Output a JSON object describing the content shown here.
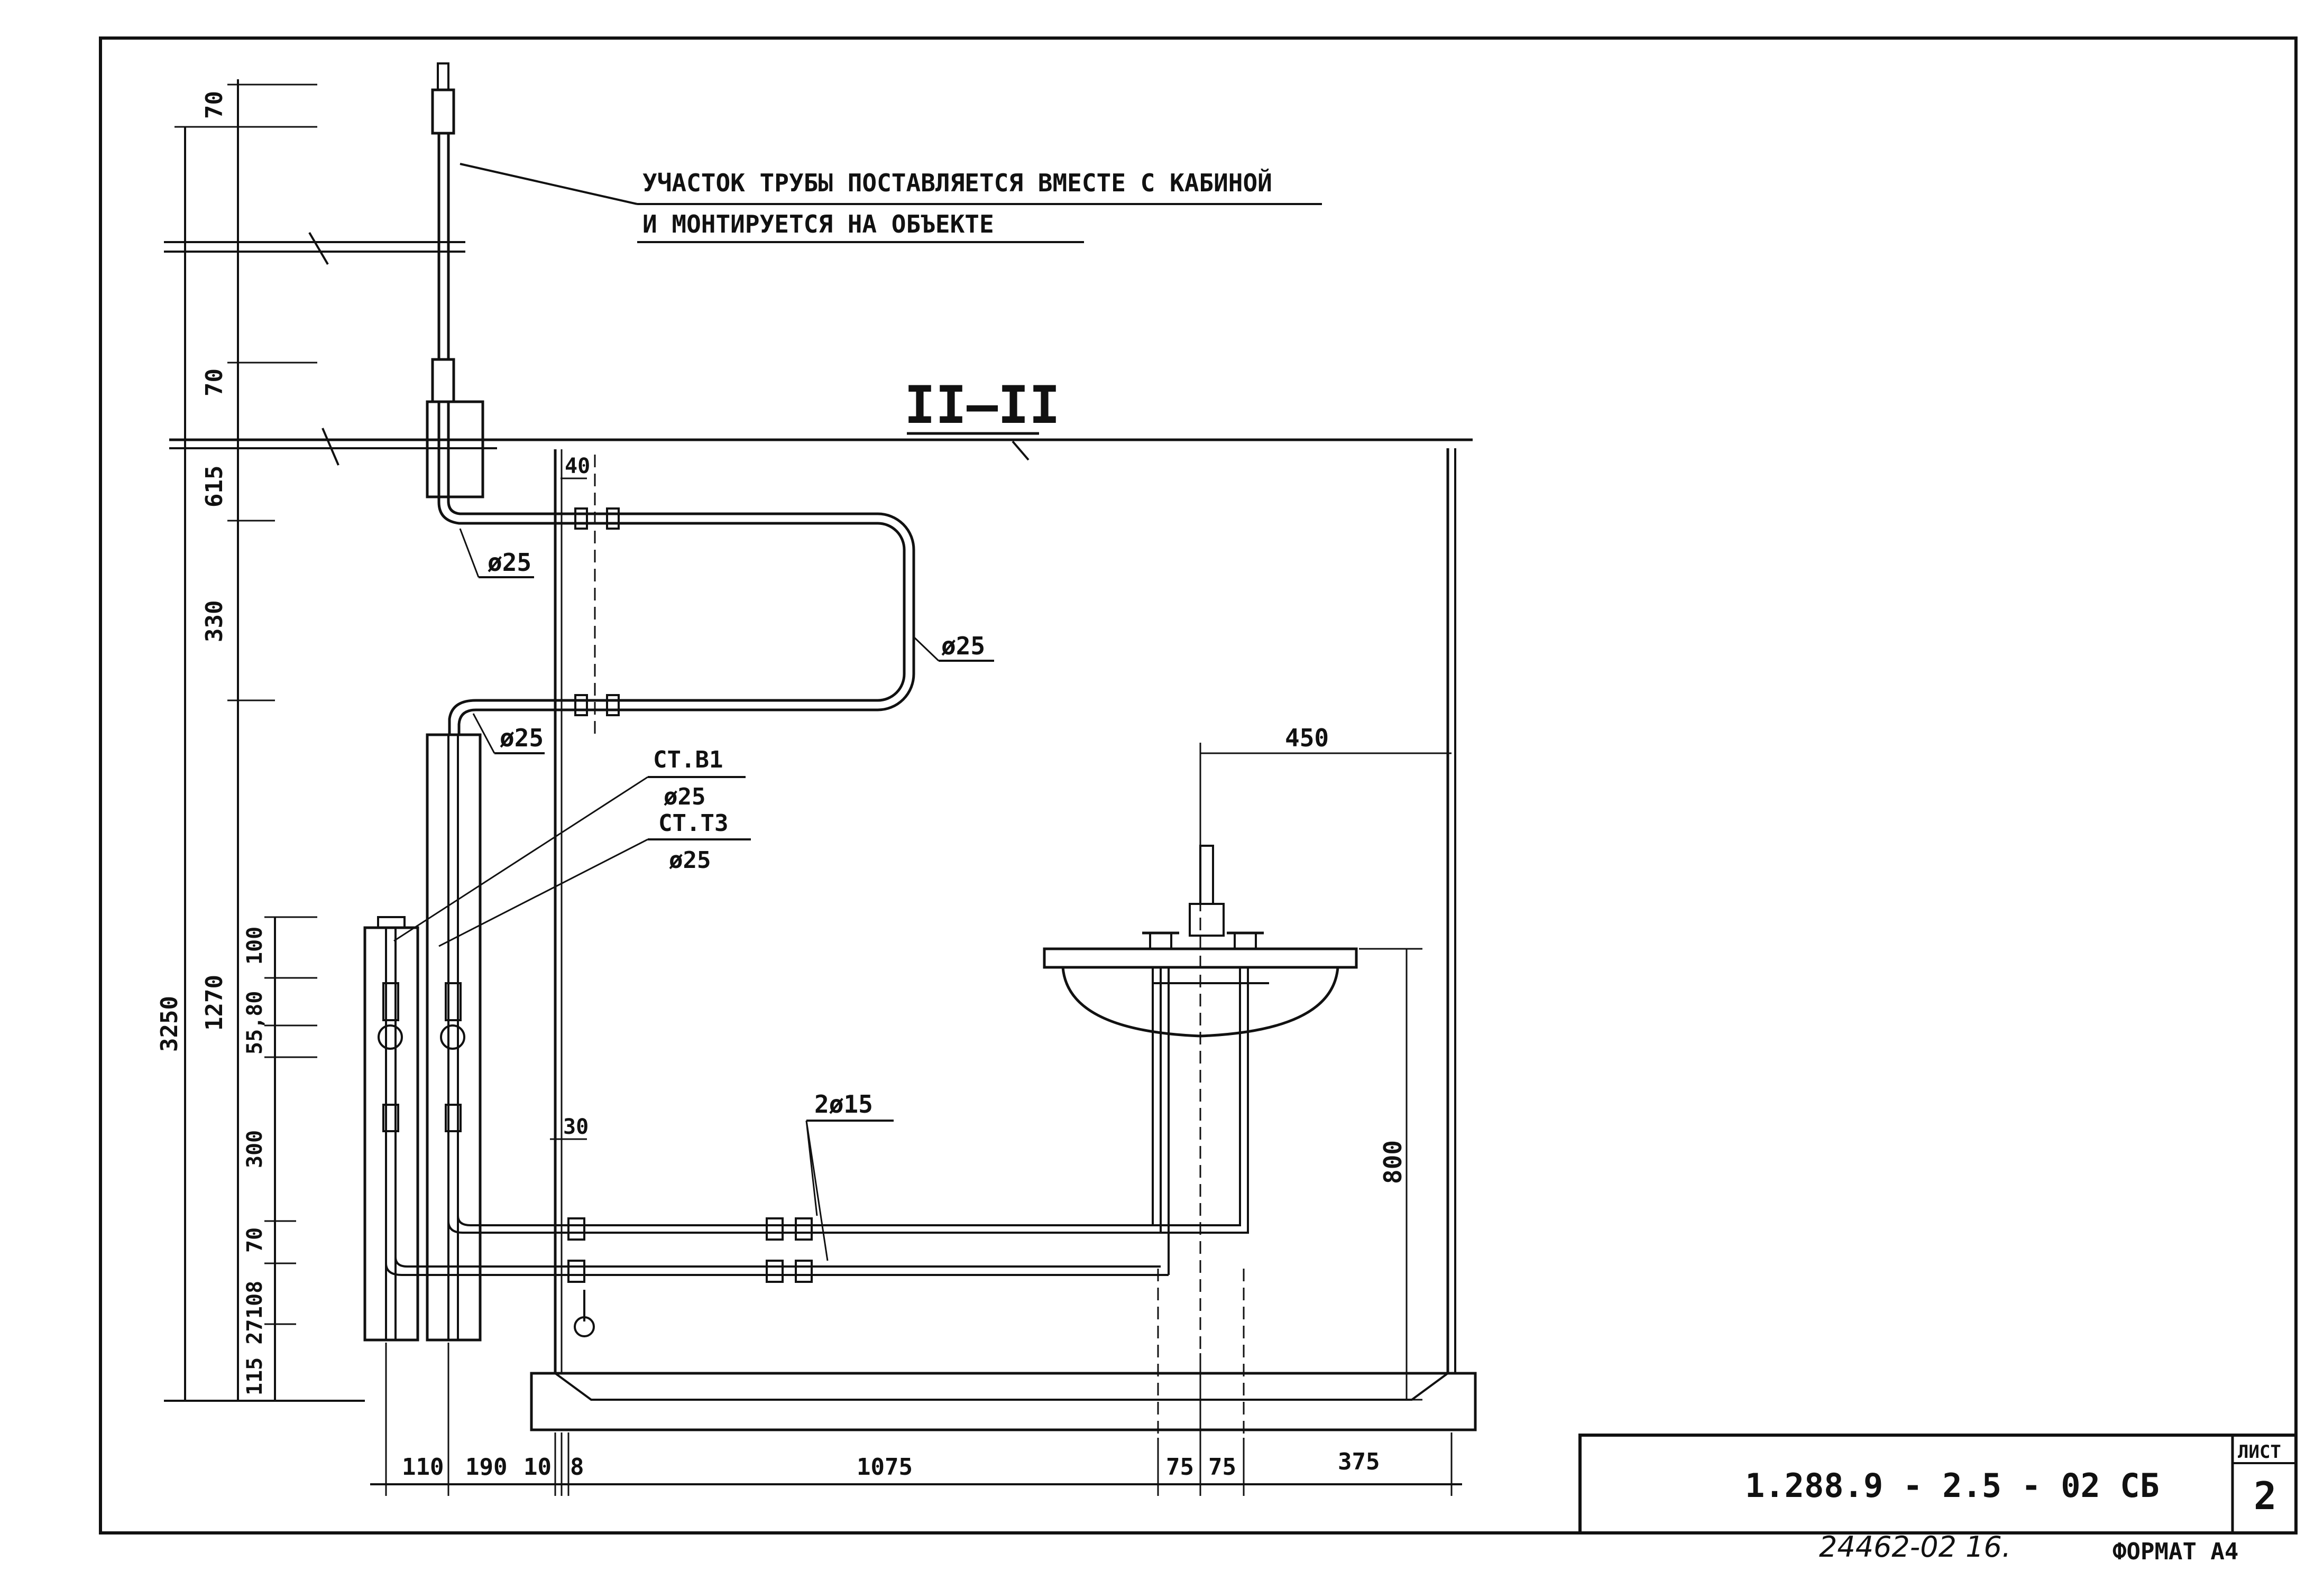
{
  "note": {
    "line1": "УЧАСТОК ТРУБЫ ПОСТАВЛЯЕТСЯ ВМЕСТЕ С КАБИНОЙ",
    "line2": "И МОНТИРУЕТСЯ НА ОБЪЕКТЕ"
  },
  "section_label": "II–II",
  "pipe_labels": {
    "d25_upper": "ø25",
    "d25_bend": "ø25",
    "d25_lower": "ø25",
    "riser_b1": "СТ.В1",
    "riser_b1_dia": "ø25",
    "riser_t3": "СТ.Т3",
    "riser_t3_dia": "ø25",
    "branch": "2ø15"
  },
  "dims_left": {
    "d70_top": "70",
    "d70_mid": "70",
    "d615": "615",
    "d330": "330",
    "d3250": "3250",
    "d1270": "1270",
    "d100": "100",
    "d55_80": "55,80",
    "d300": "300",
    "d70_low": "70",
    "d108": "108",
    "d115_27": "115 27"
  },
  "dims_bottom": {
    "d110": "110",
    "d190": "190",
    "d10": "10",
    "d8": "8",
    "d1075": "1075",
    "d75a": "75",
    "d75b": "75",
    "d375": "375"
  },
  "dims_other": {
    "d40": "40",
    "d30": "30",
    "d450": "450",
    "d800": "800"
  },
  "title_block": {
    "code": "1.288.9 - 2.5 - 02 СБ",
    "sheet_label": "ЛИСТ",
    "sheet_number": "2"
  },
  "footer": {
    "inventory": "24462-02 16.",
    "format": "ФОРМАТ А4"
  }
}
